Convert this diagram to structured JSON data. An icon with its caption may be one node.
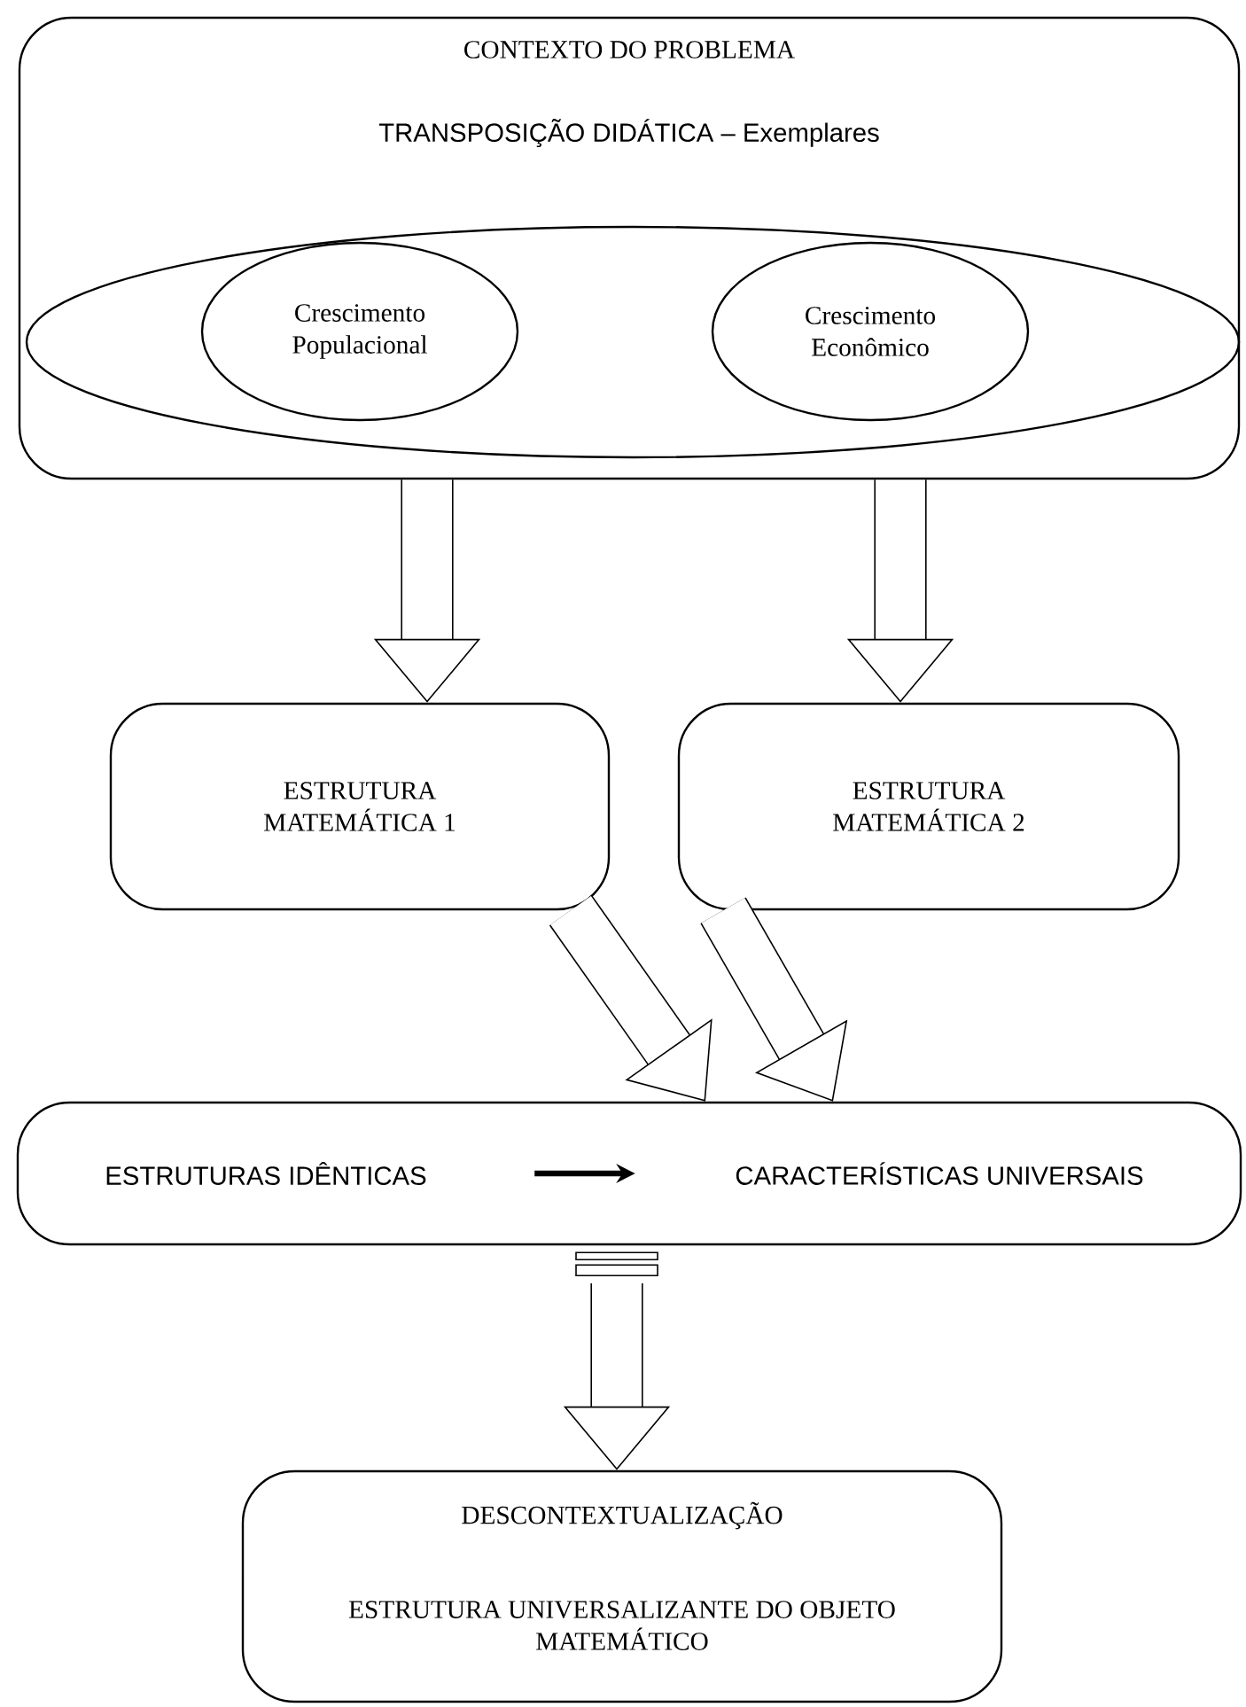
{
  "diagram": {
    "nodes": [
      {
        "text": [
          "CONTEXTO DO PROBLEMA",
          "TRANSPOSIÇÃO DIDÁTICA – Exemplares"
        ]
      },
      {
        "text": [],
        "shape": "ellipse",
        "in": 0
      },
      {
        "text": [
          "Crescimento Populacional"
        ],
        "in": 1
      },
      {
        "text": [
          "Crescimento Econômico"
        ],
        "in": 1
      },
      {
        "text": [
          "ESTRUTURA MATEMÁTICA 1"
        ]
      },
      {
        "text": [
          "ESTRUTURA MATEMÁTICA 2"
        ]
      },
      {
        "text": [],
        "shape": "box"
      },
      {
        "text": [
          "ESTRUTURAS IDÊNTICAS"
        ],
        "in": 6
      },
      {
        "text": [
          "CARACTERÍSTICAS UNIVERSAIS"
        ],
        "in": 6
      },
      {
        "text": [
          "DESCONTEXTUALIZAÇÃO",
          "ESTRUTURA UNIVERSALIZANTE DO OBJETO MATEMÁTICO"
        ]
      }
    ],
    "edges": [
      {
        "from": 0,
        "to": 4,
        "arrow": "to"
      },
      {
        "from": 0,
        "to": 5,
        "arrow": "to"
      },
      {
        "from": 4,
        "to": 6,
        "arrow": "to"
      },
      {
        "from": 5,
        "to": 6,
        "arrow": "to"
      },
      {
        "from": 6,
        "to": 9,
        "arrow": "to"
      },
      {
        "from": 7,
        "to": 8,
        "arrow": "to"
      }
    ]
  }
}
